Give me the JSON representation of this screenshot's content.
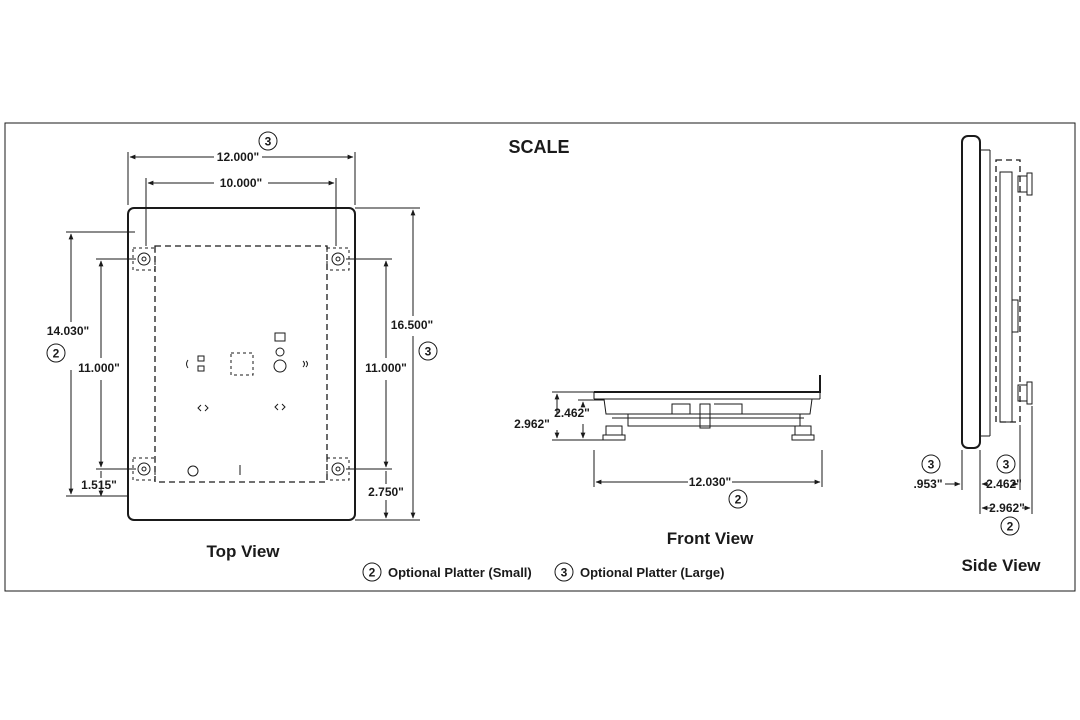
{
  "title": "SCALE",
  "views": {
    "top": "Top View",
    "front": "Front View",
    "side": "Side View"
  },
  "dimensions": {
    "top_overall_width": "12.000\"",
    "top_inner_width": "10.000\"",
    "top_overall_height": "16.500\"",
    "top_left_height": "14.030\"",
    "top_left_inner_height": "11.000\"",
    "top_right_inner_height": "11.000\"",
    "top_bottom_left": "1.515\"",
    "top_bottom_right": "2.750\"",
    "front_height_total": "2.962\"",
    "front_height_inner": "2.462\"",
    "front_width": "12.030\"",
    "side_offset": ".953\"",
    "side_inner": "2.462\"",
    "side_total": "2.962\""
  },
  "callouts": {
    "large": "3",
    "small": "2"
  },
  "legend": [
    {
      "num": "2",
      "text": "Optional Platter (Small)"
    },
    {
      "num": "3",
      "text": "Optional Platter (Large)"
    }
  ],
  "colors": {
    "line": "#1a1a1a",
    "background": "#ffffff"
  }
}
